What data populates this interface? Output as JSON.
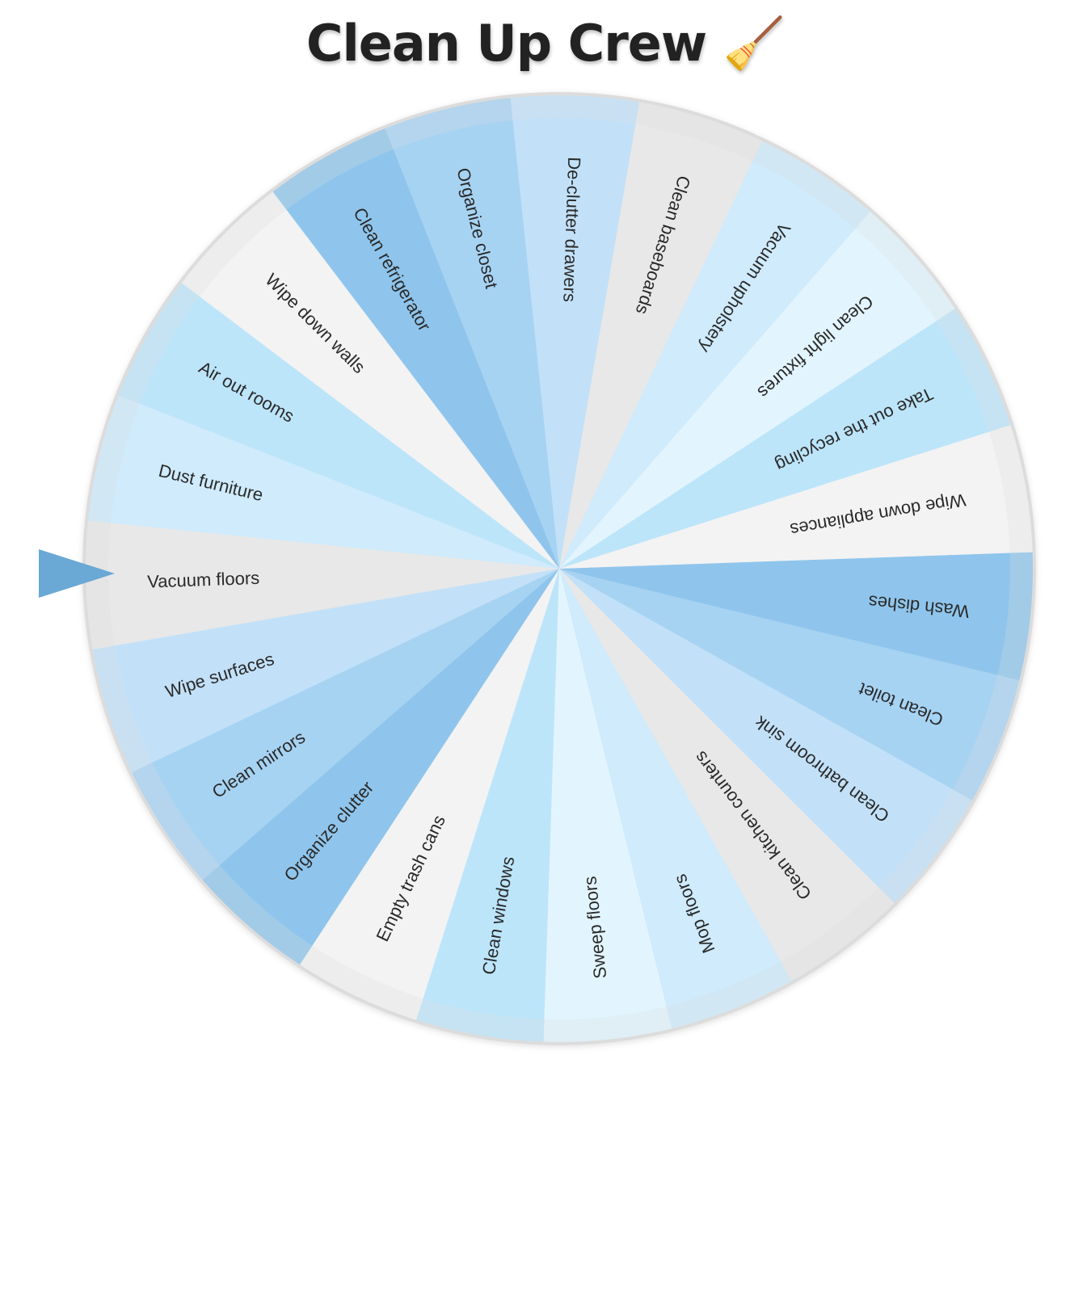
{
  "title": "Clean Up Crew",
  "title_emoji": "🧹",
  "wheel": {
    "segments": [
      {
        "label": "Wash dishes",
        "color": "#8fc5ec"
      },
      {
        "label": "Clean toilet",
        "color": "#a7d3f3"
      },
      {
        "label": "Clean bathroom sink",
        "color": "#c2e1f8"
      },
      {
        "label": "Clean kitchen counters",
        "color": "#e8e8e8"
      },
      {
        "label": "Mop floors",
        "color": "#cfebfc"
      },
      {
        "label": "Sweep floors",
        "color": "#e2f5fe"
      },
      {
        "label": "Clean windows",
        "color": "#bde5fa"
      },
      {
        "label": "Empty trash cans",
        "color": "#f3f3f3"
      },
      {
        "label": "Organize clutter",
        "color": "#8fc5ec"
      },
      {
        "label": "Clean mirrors",
        "color": "#a7d3f3"
      },
      {
        "label": "Wipe surfaces",
        "color": "#c2e1f8"
      },
      {
        "label": "Vacuum floors",
        "color": "#e8e8e8"
      },
      {
        "label": "Dust furniture",
        "color": "#cfebfc"
      },
      {
        "label": "Air out rooms",
        "color": "#bde5fa"
      },
      {
        "label": "Wipe down walls",
        "color": "#f3f3f3"
      },
      {
        "label": "Clean refrigerator",
        "color": "#8fc5ec"
      },
      {
        "label": "Organize closet",
        "color": "#a7d3f3"
      },
      {
        "label": "De-clutter drawers",
        "color": "#c2e1f8"
      },
      {
        "label": "Clean baseboards",
        "color": "#e8e8e8"
      },
      {
        "label": "Vacuum upholstery",
        "color": "#cfebfc"
      },
      {
        "label": "Clean light fixtures",
        "color": "#e2f5fe"
      },
      {
        "label": "Take out the recycling",
        "color": "#bde5fa"
      },
      {
        "label": "Wipe down appliances",
        "color": "#f3f3f3"
      }
    ],
    "selected": "Vacuum floors",
    "pointer_color": "#6aa8d6",
    "rim_color": "#dcdcdc"
  }
}
